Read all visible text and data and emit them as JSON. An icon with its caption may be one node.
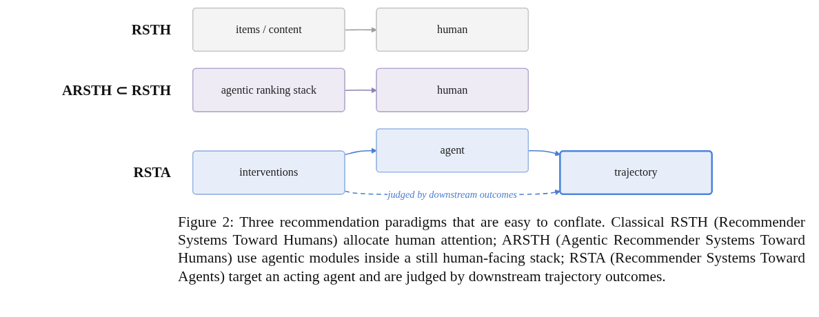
{
  "diagram": {
    "caption": "Figure 2: Three recommendation paradigms that are easy to conflate. Classical RSTH (Recommender Systems Toward Humans) allocate human attention; ARSTH (Agentic Recommender Systems Toward Humans) use agentic modules inside a still human-facing stack; RSTA (Recommender Systems Toward Agents) target an acting agent and are judged by downstream trajectory outcomes.",
    "nodes": [
      {
        "text": [
          "items / content"
        ]
      },
      {
        "text": [
          "human"
        ]
      },
      {
        "text": [
          "agentic ranking stack"
        ]
      },
      {
        "text": [
          "human"
        ]
      },
      {
        "text": [
          "interventions"
        ]
      },
      {
        "text": [
          "agent"
        ]
      },
      {
        "text": [
          "trajectory"
        ]
      }
    ],
    "edges": [
      {
        "from": 0,
        "to": 1,
        "arrow": "to",
        "color": "#9e9e9e"
      },
      {
        "from": 2,
        "to": 3,
        "arrow": "to",
        "color": "#8f82b0"
      },
      {
        "from": 4,
        "to": 5,
        "arrow": "to"
      },
      {
        "from": 5,
        "to": 6,
        "arrow": "to"
      },
      {
        "from": 4,
        "to": 6,
        "arrow": "to",
        "label": "judged by downstream outcomes",
        "style": "dashed"
      }
    ],
    "labels": [
      "RSTH",
      "ARSTH ⊂ RSTH",
      "RSTA"
    ]
  }
}
